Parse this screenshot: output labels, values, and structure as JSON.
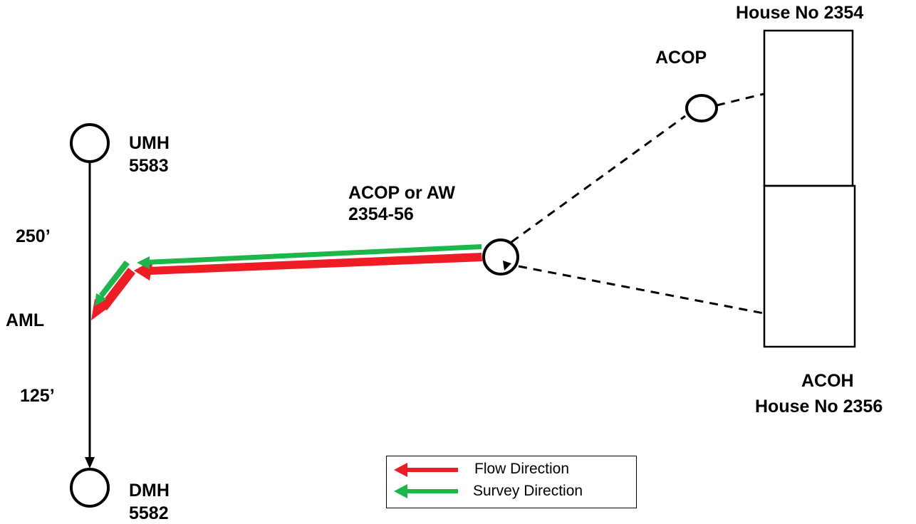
{
  "manholes": {
    "upstream": {
      "label": "UMH",
      "id": "5583"
    },
    "downstream": {
      "label": "DMH",
      "id": "5582"
    }
  },
  "main_line": {
    "upper_distance": "250’",
    "lower_distance": "125’",
    "junction_label": "AML"
  },
  "lateral": {
    "label_line1": "ACOP or AW",
    "label_line2": "2354-56"
  },
  "cleanout": {
    "label": "ACOP"
  },
  "houses": {
    "top": {
      "label": "House No 2354"
    },
    "bottom": {
      "label_line1": "ACOH",
      "label_line2": "House No 2356"
    }
  },
  "legend": {
    "items": [
      {
        "label": "Flow Direction",
        "color": "#ee1c24"
      },
      {
        "label": "Survey Direction",
        "color": "#1db64b"
      }
    ]
  },
  "colors": {
    "flow": "#ee1c24",
    "survey": "#1db64b",
    "line": "#000000"
  }
}
